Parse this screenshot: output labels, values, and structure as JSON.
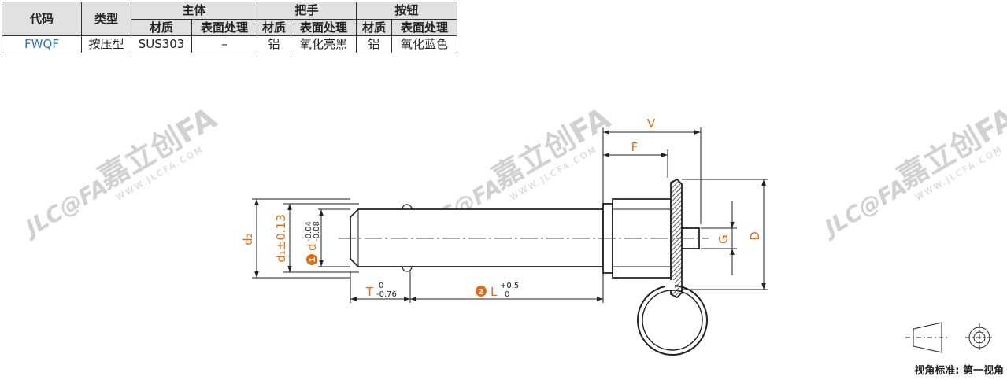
{
  "table": {
    "header_row1": {
      "code": "代码",
      "type": "类型",
      "body": "主体",
      "handle": "把手",
      "button": "按钮"
    },
    "header_row2": {
      "body_material": "材质",
      "body_surface": "表面处理",
      "handle_material": "材质",
      "handle_surface": "表面处理",
      "button_material": "材质",
      "button_surface": "表面处理"
    },
    "row": {
      "code": "FWQF",
      "type": "按压型",
      "body_material": "SUS303",
      "body_surface": "–",
      "handle_material": "铝",
      "handle_surface": "氧化亮黑",
      "button_material": "铝",
      "button_surface": "氧化蓝色"
    }
  },
  "dimensions": {
    "V": "V",
    "F": "F",
    "G": "G",
    "D": "D",
    "d2": "d₂",
    "d1": "d₁±0.13",
    "d": "d",
    "d_tol_upper": "-0.04",
    "d_tol_lower": "-0.08",
    "T": "T",
    "T_tol_upper": "0",
    "T_tol_lower": "-0.76",
    "L": "L",
    "L_tol_upper": "+0.5",
    "L_tol_lower": "0",
    "marker1": "1",
    "marker2": "2"
  },
  "watermark": {
    "brand": "嘉立创FA",
    "logo": "JLC@FA",
    "url": "WWW.JLCFA.COM"
  },
  "projection_caption": "视角标准: 第一视角",
  "colors": {
    "dimension": "#e06c1a",
    "code": "#2e78b7",
    "header_bg": "#e1e1e1",
    "line": "#222222",
    "watermark": "#b9b9b9"
  }
}
